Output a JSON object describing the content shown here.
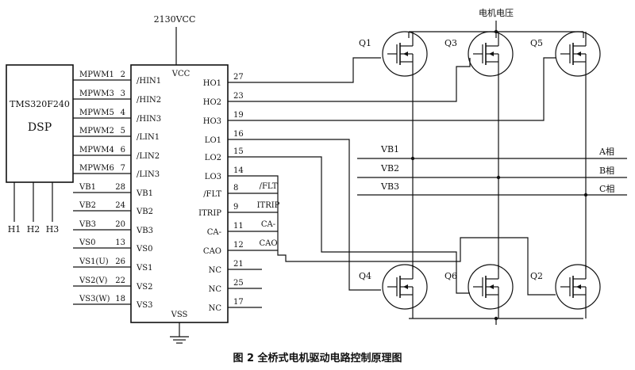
{
  "supply_label": "2130VCC",
  "motor_voltage_label": "电机电压",
  "dsp": {
    "model": "TMS320F240",
    "name": "DSP",
    "bottom_pins": [
      "H1",
      "H2",
      "H3"
    ]
  },
  "driver": {
    "top_label": "VCC",
    "bottom_label": "VSS",
    "left_pins": [
      {
        "signal": "MPWM1",
        "num": "2",
        "pin": "/HIN1"
      },
      {
        "signal": "MPWM3",
        "num": "3",
        "pin": "/HIN2"
      },
      {
        "signal": "MPWM5",
        "num": "4",
        "pin": "/HIN3"
      },
      {
        "signal": "MPWM2",
        "num": "5",
        "pin": "/LIN1"
      },
      {
        "signal": "MPWM4",
        "num": "6",
        "pin": "/LIN2"
      },
      {
        "signal": "MPWM6",
        "num": "7",
        "pin": "/LIN3"
      },
      {
        "signal": "VB1",
        "num": "28",
        "pin": "VB1"
      },
      {
        "signal": "VB2",
        "num": "24",
        "pin": "VB2"
      },
      {
        "signal": "VB3",
        "num": "20",
        "pin": "VB3"
      },
      {
        "signal": "VS0",
        "num": "13",
        "pin": "VS0"
      },
      {
        "signal": "VS1(U)",
        "num": "26",
        "pin": "VS1"
      },
      {
        "signal": "VS2(V)",
        "num": "22",
        "pin": "VS2"
      },
      {
        "signal": "VS3(W)",
        "num": "18",
        "pin": "VS3"
      }
    ],
    "right_pins": [
      {
        "pin": "HO1",
        "num": "27",
        "signal": ""
      },
      {
        "pin": "HO2",
        "num": "23",
        "signal": ""
      },
      {
        "pin": "HO3",
        "num": "19",
        "signal": ""
      },
      {
        "pin": "LO1",
        "num": "16",
        "signal": ""
      },
      {
        "pin": "LO2",
        "num": "15",
        "signal": ""
      },
      {
        "pin": "LO3",
        "num": "14",
        "signal": ""
      },
      {
        "pin": "/FLT",
        "num": "8",
        "signal": "/FLT"
      },
      {
        "pin": "ITRIP",
        "num": "9",
        "signal": "ITRIP"
      },
      {
        "pin": "CA-",
        "num": "11",
        "signal": "CA-"
      },
      {
        "pin": "CAO",
        "num": "12",
        "signal": "CAO"
      },
      {
        "pin": "NC",
        "num": "21",
        "signal": ""
      },
      {
        "pin": "NC",
        "num": "25",
        "signal": ""
      },
      {
        "pin": "NC",
        "num": "17",
        "signal": ""
      }
    ]
  },
  "bus_labels": [
    "VB1",
    "VB2",
    "VB3"
  ],
  "phases": [
    "A相",
    "B相",
    "C相"
  ],
  "transistors": {
    "high": [
      "Q1",
      "Q3",
      "Q5"
    ],
    "low": [
      "Q4",
      "Q6",
      "Q2"
    ]
  },
  "caption": "图 2  全桥式电机驱动电路控制原理图"
}
